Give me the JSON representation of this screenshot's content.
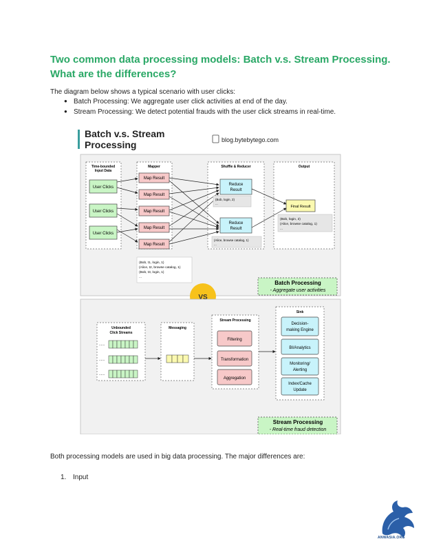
{
  "title": "Two common data processing models: Batch v.s. Stream Processing. What are the differences?",
  "intro": "The diagram below shows a typical scenario with user clicks:",
  "bullets": [
    "Batch Processing: We aggregate user click activities at end of the day.",
    "Stream Processing: We detect potential frauds with the user click streams in real-time."
  ],
  "diagram": {
    "title_line1": "Batch v.s. Stream",
    "title_line2": "Processing",
    "brand": "blog.bytebytego.com",
    "batch": {
      "col_input": [
        "Time-bounded",
        "Input Data"
      ],
      "col_mapper": "Mapper",
      "col_shuffle": "Shuffle & Reducer",
      "col_output": "Output",
      "user_clicks": "User Clicks",
      "map_result": "Map Result",
      "reduce_result": [
        "Reduce",
        "Result"
      ],
      "final_result": "Final Result",
      "reduce_note_1": "(Bob, login, 2)",
      "reduce_note_1b": "...",
      "reduce_note_2": "(Alice, browse catalog, 1)",
      "reduce_note_2b": "...",
      "output_note": [
        "(Bob, login, 2)",
        "(Alice, browse catalog, 1)",
        "..."
      ],
      "mapper_note": [
        "(Bob, t1, login, 1)",
        "(Alice, t2, browse catalog, 1)",
        "(Bob, t3, login, 1)",
        "..."
      ],
      "label": "Batch Processing",
      "sublabel": "- Aggregate user activities"
    },
    "vs": "VS",
    "stream": {
      "col_input": [
        "Unbounded",
        "Click Streams"
      ],
      "col_messaging": "Messaging",
      "col_processing": "Stream Processing",
      "col_sink": "Sink",
      "ellipsis": "......",
      "filtering": "Filtering",
      "transformation": "Transformation",
      "aggregation": "Aggregation",
      "sink_items": [
        [
          "Decision-",
          "making Engine"
        ],
        [
          "BI/Analytics"
        ],
        [
          "Monitoring/",
          "Alerting"
        ],
        [
          "Index/Cache",
          "Update"
        ]
      ],
      "label": "Stream Processing",
      "sublabel": "- Real-time fraud detection"
    },
    "colors": {
      "green_box": "#c9f5c5",
      "pink_box": "#f7c9c9",
      "cyan_box": "#c8f3fb",
      "yellow_box": "#fbf9b0",
      "vs_circle": "#f7c21b",
      "panel_bg": "#f1f1f1"
    }
  },
  "outro": "Both processing models are used in big data processing. The major differences are:",
  "list": [
    {
      "num": "1.",
      "text": "Input"
    }
  ],
  "watermark_text": "ANWASIA.ORG"
}
